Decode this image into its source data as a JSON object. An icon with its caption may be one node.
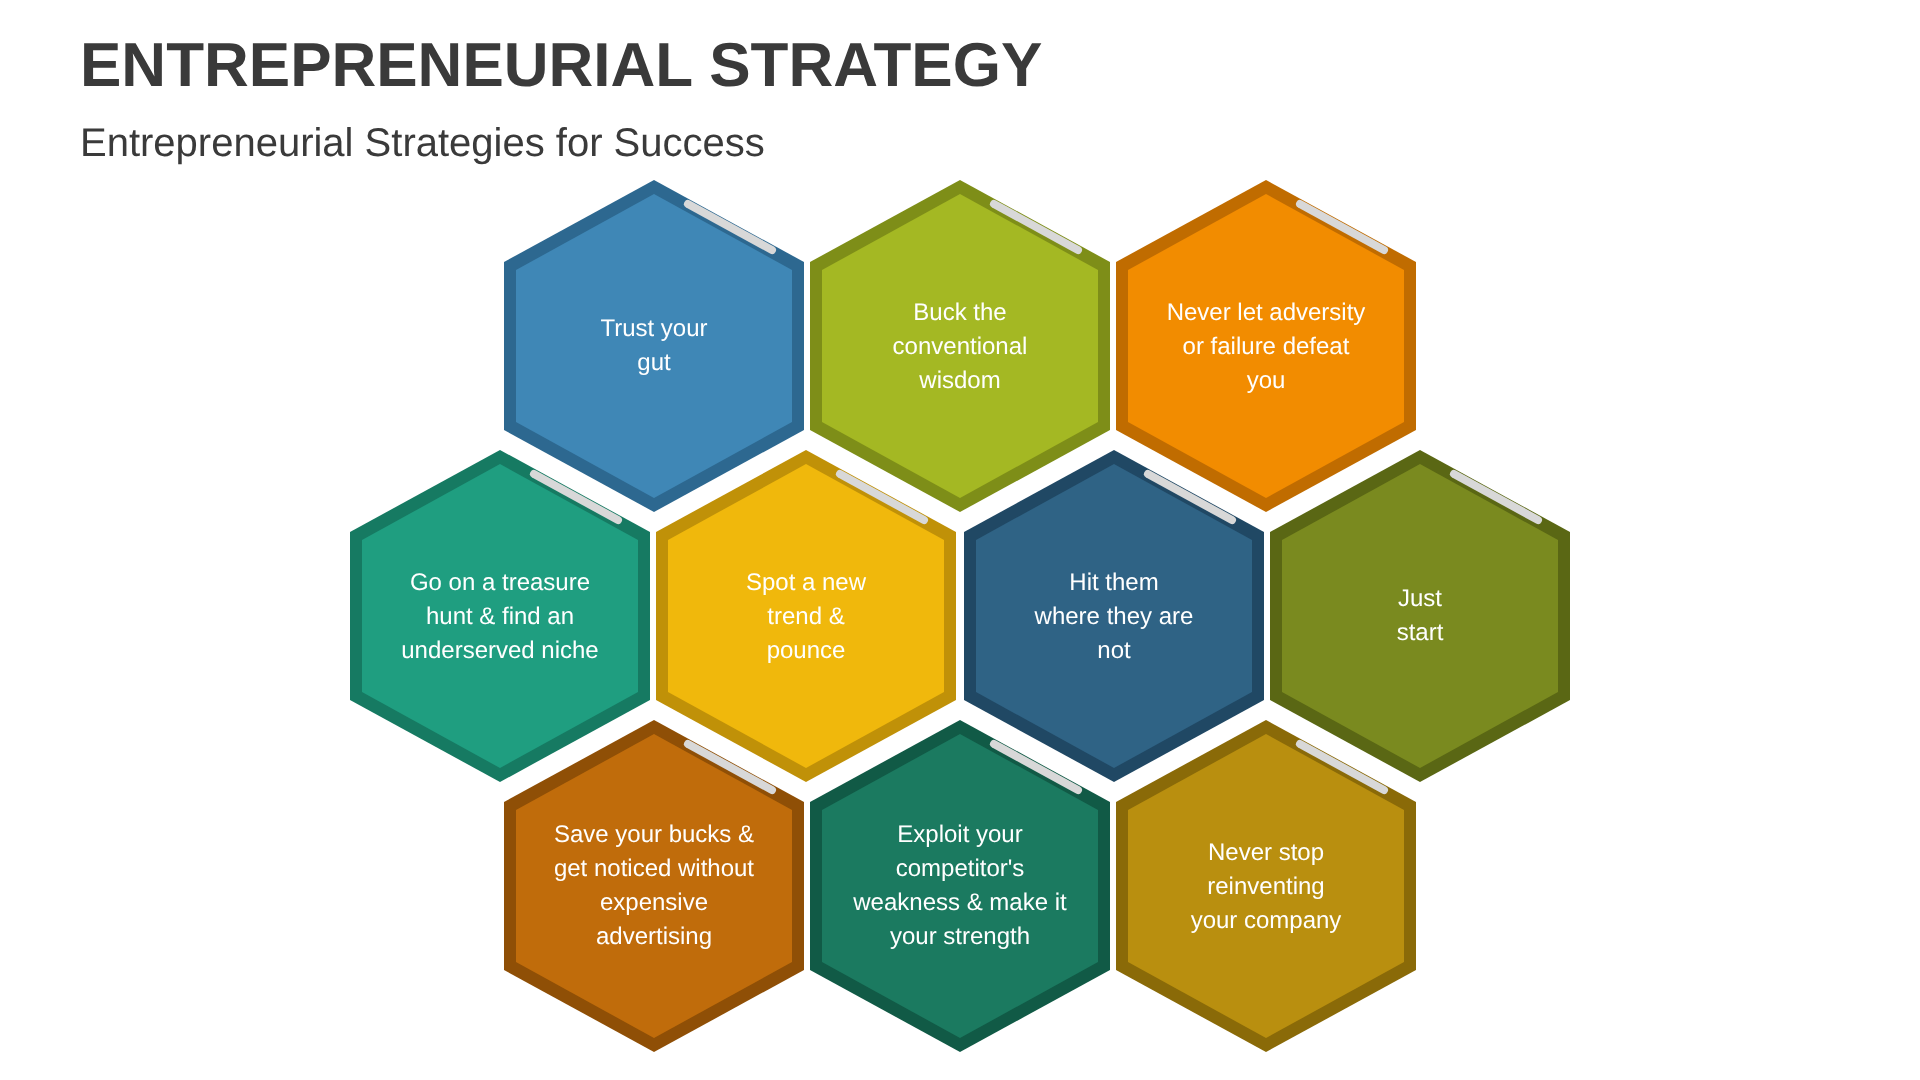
{
  "diagram": {
    "title": "ENTREPRENEURIAL STRATEGY",
    "caption": "Entrepreneurial Strategies for Success",
    "nodes": [
      {
        "text": [
          "Trust your gut"
        ]
      },
      {
        "text": [
          "Buck the conventional wisdom"
        ]
      },
      {
        "text": [
          "Never let adversity or failure defeat you"
        ]
      },
      {
        "text": [
          "Go on a treasure hunt & find an underserved niche"
        ]
      },
      {
        "text": [
          "Spot a new trend & pounce"
        ]
      },
      {
        "text": [
          "Hit them where they are not"
        ]
      },
      {
        "text": [
          "Just start"
        ]
      },
      {
        "text": [
          "Save your bucks & get noticed without expensive advertising"
        ]
      },
      {
        "text": [
          "Exploit your competitor's weakness & make it your strength"
        ]
      },
      {
        "text": [
          "Never stop reinventing your company"
        ]
      }
    ]
  }
}
